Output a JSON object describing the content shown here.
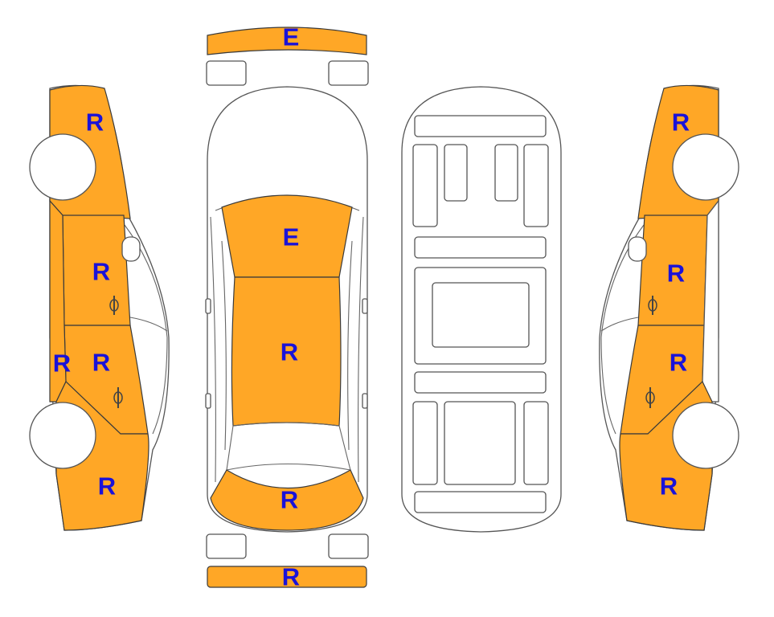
{
  "colors": {
    "damage_fill": "#FFA726",
    "code_text": "#1A12D8",
    "outline": "#555555",
    "background": "#FFFFFF"
  },
  "codes": {
    "front_bumper": "E",
    "hood": "E",
    "roof": "R",
    "trunk": "R",
    "rear_bumper": "R",
    "left_front_fender": "R",
    "left_front_door": "R",
    "left_rear_door": "R",
    "left_rocker": "R",
    "left_rear_quarter": "R",
    "right_front_fender": "R",
    "right_front_door": "R",
    "right_rear_door": "R",
    "right_rear_quarter": "R"
  }
}
